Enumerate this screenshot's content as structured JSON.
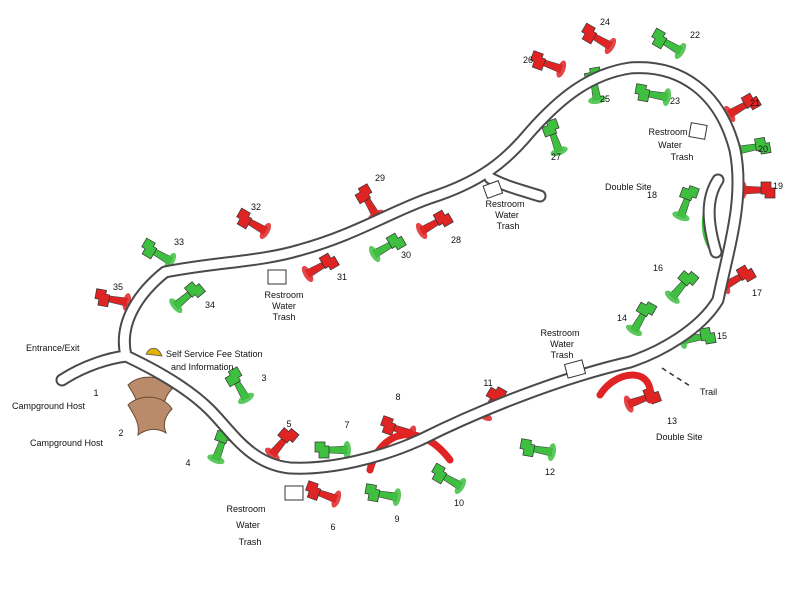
{
  "colors": {
    "available": "#3fbf3f",
    "reserved": "#e02424",
    "host": "#b98b6a",
    "fee_station": "#e5b100",
    "road": "#4a4a4a"
  },
  "labels": {
    "entrance": "Entrance/Exit",
    "fee_station_line1": "Self Service Fee Station",
    "fee_station_line2": "and Information",
    "trail": "Trail",
    "double_site_18": "Double Site",
    "double_site_13": "Double Site",
    "campground_host_1": "Campground Host",
    "campground_host_2": "Campground Host"
  },
  "restrooms": [
    {
      "id": "restroom-top-right",
      "line1": "Restroom",
      "line2": "Water",
      "line3": "Trash"
    },
    {
      "id": "restroom-top-center",
      "line1": "Restroom",
      "line2": "Water",
      "line3": "Trash"
    },
    {
      "id": "restroom-left",
      "line1": "Restroom",
      "line2": "Water",
      "line3": "Trash"
    },
    {
      "id": "restroom-bottom-right",
      "line1": "Restroom",
      "line2": "Water",
      "line3": "Trash"
    },
    {
      "id": "restroom-bottom",
      "line1": "Restroom",
      "line2": "Water",
      "line3": "Trash"
    }
  ],
  "sites": [
    {
      "number": "1",
      "status": "host"
    },
    {
      "number": "2",
      "status": "host"
    },
    {
      "number": "3",
      "status": "available"
    },
    {
      "number": "4",
      "status": "available"
    },
    {
      "number": "5",
      "status": "reserved"
    },
    {
      "number": "6",
      "status": "reserved"
    },
    {
      "number": "7",
      "status": "available"
    },
    {
      "number": "8",
      "status": "reserved"
    },
    {
      "number": "9",
      "status": "available"
    },
    {
      "number": "10",
      "status": "available"
    },
    {
      "number": "11",
      "status": "reserved"
    },
    {
      "number": "12",
      "status": "available"
    },
    {
      "number": "13",
      "status": "reserved"
    },
    {
      "number": "14",
      "status": "available"
    },
    {
      "number": "15",
      "status": "available"
    },
    {
      "number": "16",
      "status": "available"
    },
    {
      "number": "17",
      "status": "reserved"
    },
    {
      "number": "18",
      "status": "available"
    },
    {
      "number": "19",
      "status": "reserved"
    },
    {
      "number": "20",
      "status": "available"
    },
    {
      "number": "21",
      "status": "reserved"
    },
    {
      "number": "22",
      "status": "available"
    },
    {
      "number": "23",
      "status": "available"
    },
    {
      "number": "24",
      "status": "reserved"
    },
    {
      "number": "25",
      "status": "available"
    },
    {
      "number": "26",
      "status": "reserved"
    },
    {
      "number": "27",
      "status": "available"
    },
    {
      "number": "28",
      "status": "reserved"
    },
    {
      "number": "29",
      "status": "reserved"
    },
    {
      "number": "30",
      "status": "available"
    },
    {
      "number": "31",
      "status": "reserved"
    },
    {
      "number": "32",
      "status": "reserved"
    },
    {
      "number": "33",
      "status": "available"
    },
    {
      "number": "34",
      "status": "available"
    },
    {
      "number": "35",
      "status": "reserved"
    }
  ]
}
